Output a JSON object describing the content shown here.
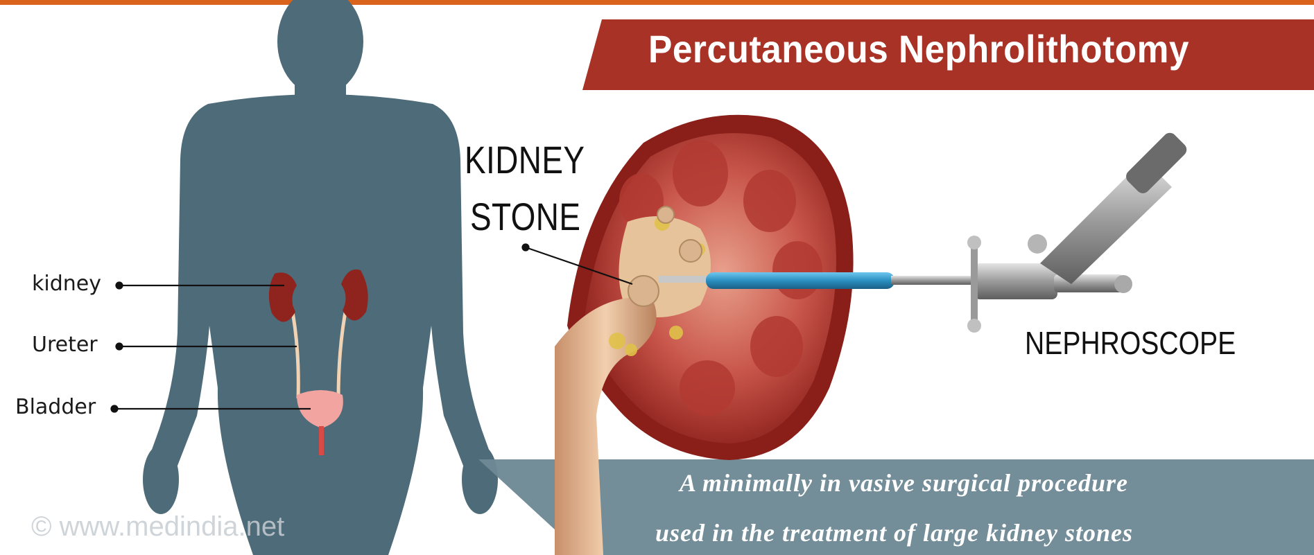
{
  "title": "Percutaneous Nephrolithotomy",
  "labels": {
    "kidney_stone_line1": "KIDNEY",
    "kidney_stone_line2": "STONE",
    "nephroscope": "NEPHROSCOPE",
    "kidney": "kidney",
    "ureter": "Ureter",
    "bladder": "Bladder"
  },
  "caption": {
    "line1": "A minimally in vasive surgical procedure",
    "line2": "used in the treatment of large kidney stones"
  },
  "watermark": "© www.medindia.net",
  "colors": {
    "top_bar": "#d9621c",
    "title_banner": "#a83226",
    "silhouette": "#4d6b78",
    "caption_band": "#6e8995",
    "kidney_red": "#8f231d",
    "scope_blue": "#2a8fc0"
  }
}
